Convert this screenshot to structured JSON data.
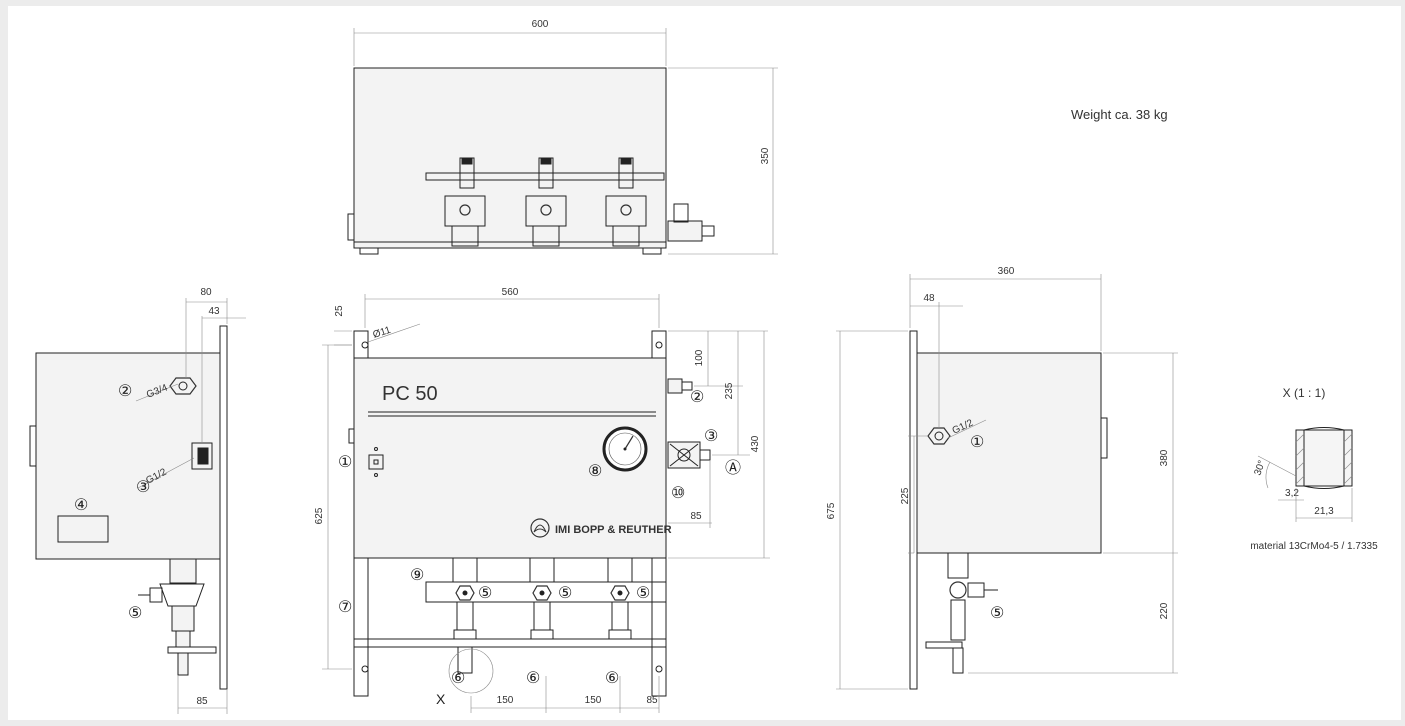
{
  "weight_note": "Weight ca. 38 kg",
  "device_label": "PC 50",
  "brand_label": "IMI BOPP & REUTHER",
  "detail_view": {
    "title": "X (1 : 1)",
    "angle": "30°",
    "dim_small": "3,2",
    "dim_large": "21,3",
    "material": "material 13CrMo4-5 / 1.7335"
  },
  "view_marker": "X",
  "top_view": {
    "width": "600",
    "height": "350"
  },
  "left_view": {
    "dim_80": "80",
    "dim_43": "43",
    "dim_85": "85",
    "thread_a": "G3/4",
    "thread_b": "G1/2"
  },
  "front_view": {
    "dim_560": "560",
    "dim_25": "25",
    "hole": "Ø11",
    "dim_100": "100",
    "dim_235": "235",
    "dim_430": "430",
    "dim_625": "625",
    "dim_85": "85",
    "dim_150_a": "150",
    "dim_150_b": "150",
    "dim_85_b": "85"
  },
  "right_view": {
    "dim_360": "360",
    "dim_48": "48",
    "thread": "G1/2",
    "dim_675": "675",
    "dim_225": "225",
    "dim_380": "380",
    "dim_220": "220"
  },
  "callouts": {
    "c1": "①",
    "c2": "②",
    "c3": "③",
    "c4": "④",
    "c5": "⑤",
    "c6": "⑥",
    "c7": "⑦",
    "c8": "⑧",
    "c9": "⑨",
    "c10": "⑩",
    "cA": "Ⓐ"
  }
}
